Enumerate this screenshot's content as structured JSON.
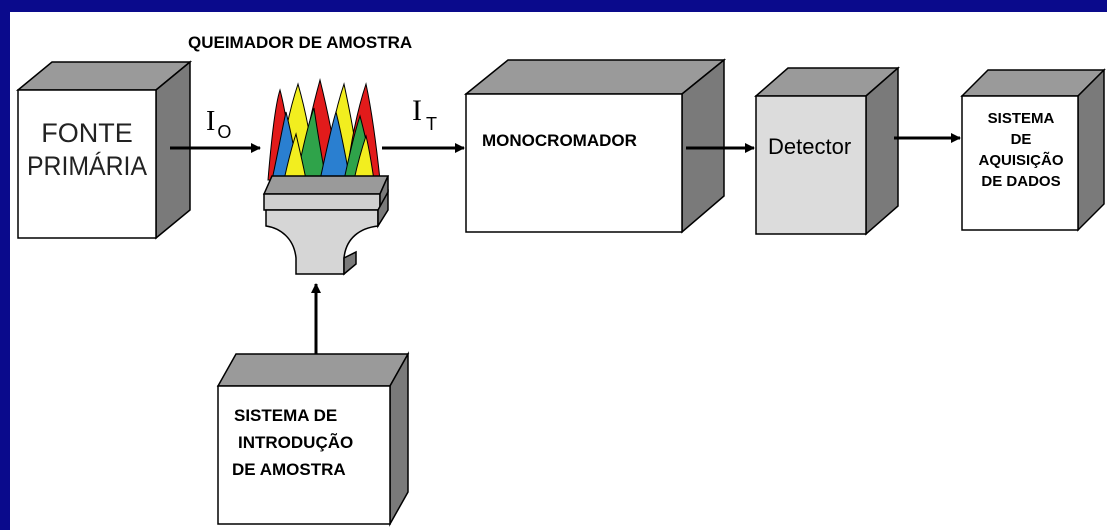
{
  "diagram": {
    "burner_label": "QUEIMADOR DE AMOSTRA",
    "source_line1": "FONTE",
    "source_line2": "PRIMÁRIA",
    "i0_main": "I",
    "i0_sub": "O",
    "it_main": "I",
    "it_sub": "T",
    "monochromator": "MONOCROMADOR",
    "detector": "Detector",
    "acq_line1": "SISTEMA",
    "acq_line2": "DE",
    "acq_line3": "AQUISIÇÃO",
    "acq_line4": "DE DADOS",
    "intro_line1": "SISTEMA DE",
    "intro_line2": "INTRODUÇÃO",
    "intro_line3": "DE AMOSTRA"
  },
  "colors": {
    "frame": "#0a0a8c",
    "box_top": "#9a9a9a",
    "box_side": "#7a7a7a",
    "flame_red": "#e21b1b",
    "flame_yellow": "#f2ee1f",
    "flame_blue": "#2a7fd0",
    "flame_green": "#2fa34a"
  }
}
